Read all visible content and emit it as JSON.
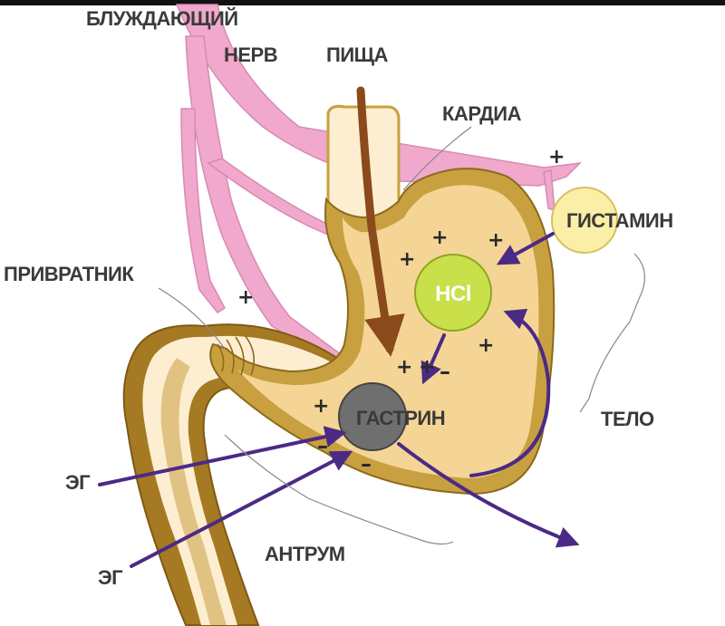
{
  "labels": {
    "vagus_line1": "БЛУЖДАЮЩИЙ",
    "vagus_line2": "НЕРВ",
    "food": "ПИЩА",
    "cardia": "КАРДИА",
    "histamine": "ГИСТАМИН",
    "pylorus": "ПРИВРАТНИК",
    "hcl": "HCl",
    "gastrin": "ГАСТРИН",
    "body": "ТЕЛО",
    "eg1": "ЭГ",
    "eg2": "ЭГ",
    "antrum": "АНТРУМ"
  },
  "signs": {
    "plus": "+",
    "minus": "–"
  },
  "colors": {
    "nerve": "#f0a8cc",
    "stomach_wall": "#c8a040",
    "stomach_lumen": "#f5d595",
    "duodenum_wall": "#a57a22",
    "duodenum_inner": "#fdeed2",
    "hcl_circle": "#c9e04a",
    "histamine_circle": "#fbefa8",
    "gastrin_circle": "#6f6f6f",
    "arrow": "#4b2a86",
    "food_arrow": "#8a4a1c"
  }
}
